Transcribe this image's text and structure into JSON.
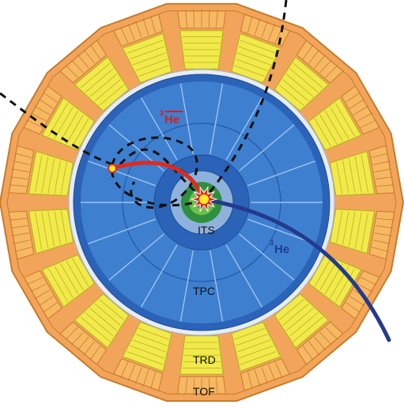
{
  "labels": {
    "its": "ITS",
    "tpc": "TPC",
    "trd": "TRD",
    "tof": "TOF",
    "antihelium3": {
      "sup": "3",
      "main": "He",
      "overline": true
    },
    "helium3": {
      "sup": "3",
      "main": "He"
    }
  },
  "colors": {
    "outer_frame": "#f2a55a",
    "outer_frame_dark": "#c77a2a",
    "yellow_module": "#f2ea4a",
    "yellow_line": "#b8b02a",
    "gap_white": "#e8ecf4",
    "tpc_blue": "#3e7fd0",
    "tpc_ring": "#2b63b8",
    "tpc_dark": "#1d4d9a",
    "its_green": "#2f8f3f",
    "its_inner": "#6dbf4a",
    "track_red": "#e02a1c",
    "track_blue": "#233a8e",
    "track_dashed": "#111111",
    "vertex_yellow": "#ffe82a"
  },
  "icons": {
    "vertex": "collision-burst-icon"
  }
}
